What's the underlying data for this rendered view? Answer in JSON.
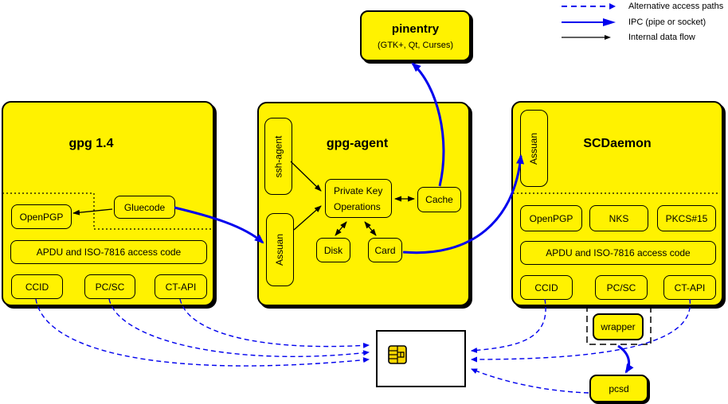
{
  "legend": {
    "alt": "Alternative access paths",
    "ipc": "IPC (pipe or socket)",
    "internal": "Internal data flow"
  },
  "pinentry": {
    "title": "pinentry",
    "subtitle": "(GTK+, Qt, Curses)"
  },
  "gpg14": {
    "title": "gpg 1.4",
    "openpgp": "OpenPGP",
    "gluecode": "Gluecode",
    "apdu": "APDU and ISO-7816 access code",
    "ccid": "CCID",
    "pcsc": "PC/SC",
    "ctapi": "CT-API"
  },
  "gpgagent": {
    "title": "gpg-agent",
    "sshagent": "ssh-agent",
    "assuan": "Assuan",
    "pko": "Private Key Operations",
    "cache": "Cache",
    "disk": "Disk",
    "card": "Card"
  },
  "scdaemon": {
    "title": "SCDaemon",
    "assuan": "Assuan",
    "openpgp": "OpenPGP",
    "nks": "NKS",
    "pkcs15": "PKCS#15",
    "apdu": "APDU and ISO-7816 access code",
    "ccid": "CCID",
    "pcsc": "PC/SC",
    "ctapi": "CT-API"
  },
  "wrapper": "wrapper",
  "pcsd": "pcsd",
  "colors": {
    "box_fill": "#fff200",
    "ipc_blue": "#0000ee",
    "line_black": "#000000",
    "card_face": "#ffffff",
    "chip_gold": "#ffd700"
  }
}
